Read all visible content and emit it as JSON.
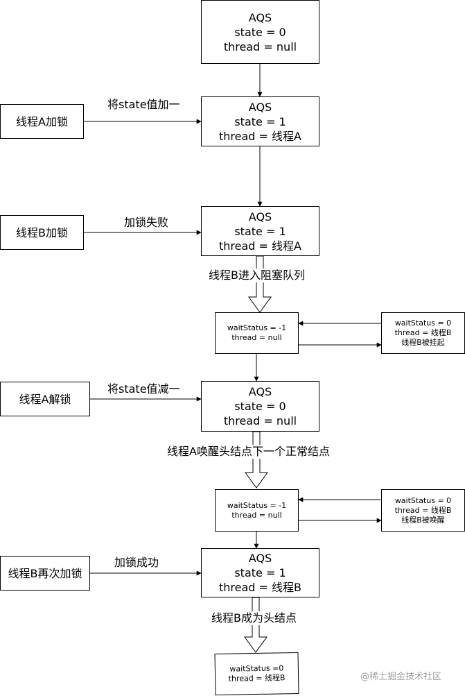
{
  "aqs_boxes": [
    {
      "title": "AQS",
      "state": "state = 0",
      "thread": "thread = null"
    },
    {
      "title": "AQS",
      "state": "state = 1",
      "thread": "thread = 线程A"
    },
    {
      "title": "AQS",
      "state": "state = 1",
      "thread": "thread = 线程A"
    },
    {
      "title": "AQS",
      "state": "state = 0",
      "thread": "thread = null"
    },
    {
      "title": "AQS",
      "state": "state = 1",
      "thread": "thread = 线程B"
    }
  ],
  "actors": [
    "线程A加锁",
    "线程B加锁",
    "线程A解锁",
    "线程B再次加锁"
  ],
  "actions": [
    "将state值加一",
    "加锁失败",
    "将state值减一",
    "加锁成功"
  ],
  "transitions": [
    "线程B进入阻塞队列",
    "线程A唤醒头结点下一个正常结点",
    "线程B成为头结点"
  ],
  "queue_heads": [
    {
      "status": "waitStatus = -1",
      "thread": "thread = null"
    },
    {
      "status": "waitStatus = -1",
      "thread": "thread = null"
    },
    {
      "status": "waitStatus =0",
      "thread": "thread = 线程B"
    }
  ],
  "queue_nodes": [
    {
      "status": "waitStatus = 0",
      "thread": "thread = 线程B",
      "note": "线程B被挂起"
    },
    {
      "status": "waitStatus = 0",
      "thread": "thread = 线程B",
      "note": "线程B被唤醒"
    }
  ],
  "watermark": "@稀土掘金技术社区"
}
